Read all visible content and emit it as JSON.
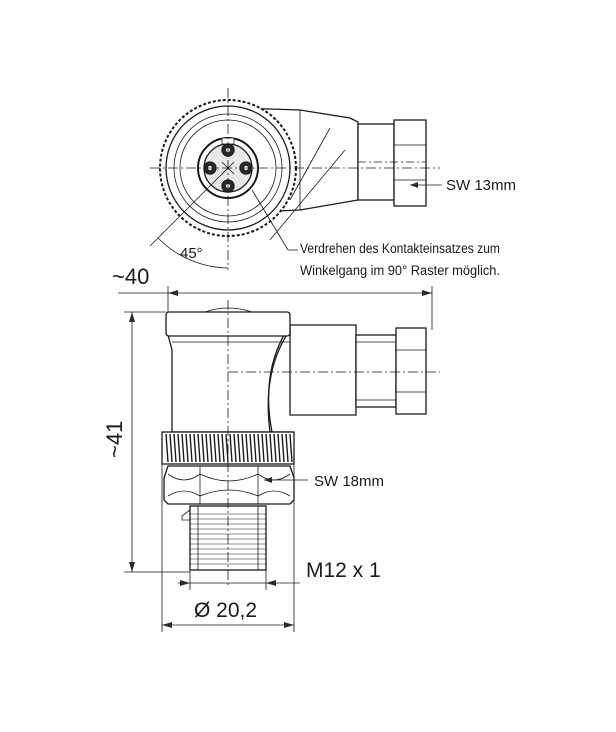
{
  "annotations": {
    "angle": "45°",
    "rotation_note_line1": "Verdrehen des Kontakteinsatzes zum",
    "rotation_note_line2": "Winkelgang im 90° Raster möglich.",
    "wrench_size_top": "SW 13mm",
    "wrench_size_bottom": "SW 18mm",
    "thread": "M12 x 1"
  },
  "dimensions": {
    "width": "~40",
    "height": "~41",
    "diameter": "Ø 20,2"
  }
}
